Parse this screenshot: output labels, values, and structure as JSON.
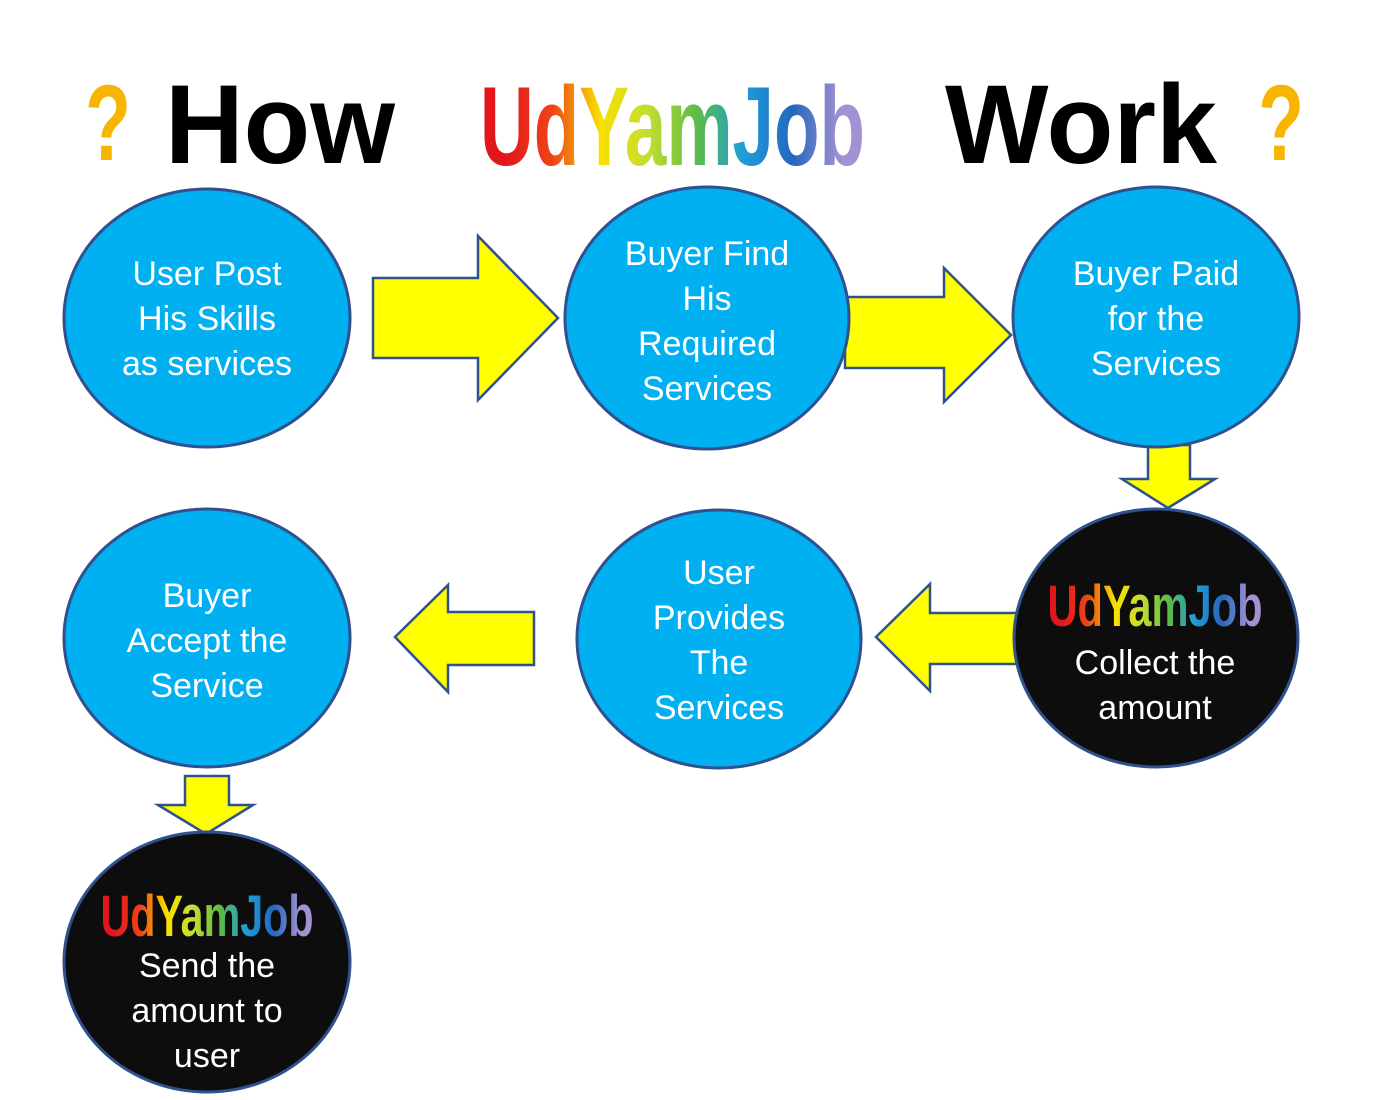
{
  "title": {
    "question_left": "?",
    "word_how": "How",
    "brand": "UdYamJob",
    "word_work": "Work",
    "question_right": "?"
  },
  "colors": {
    "question_mark": "#F7B500",
    "title_text": "#000000",
    "step_fill": "#00B0F0",
    "platform_fill": "#0D0D0D",
    "node_stroke": "#2F528F",
    "node_text": "#FFFFFF",
    "arrow_fill": "#FFFF00",
    "arrow_stroke": "#2F528F",
    "brand_letter_colors": [
      "#E3151D",
      "#EE4416",
      "#F8E100",
      "#C4DD2F",
      "#5CBC46",
      "#1D9CD9",
      "#2667BE",
      "#A391D2"
    ]
  },
  "steps": [
    {
      "lines": [
        "User Post",
        "His Skills",
        "as services"
      ]
    },
    {
      "lines": [
        "Buyer Find",
        "His",
        "Required",
        "Services"
      ]
    },
    {
      "lines": [
        "Buyer Paid",
        "for the",
        "Services"
      ]
    },
    {
      "logo": "UdYamJob",
      "lines": [
        "Collect the",
        "amount"
      ]
    },
    {
      "lines": [
        "User",
        "Provides",
        "The",
        "Services"
      ]
    },
    {
      "lines": [
        "Buyer",
        "Accept the",
        "Service"
      ]
    },
    {
      "logo": "UdYamJob",
      "lines": [
        "Send the",
        "amount to",
        "user"
      ]
    }
  ]
}
